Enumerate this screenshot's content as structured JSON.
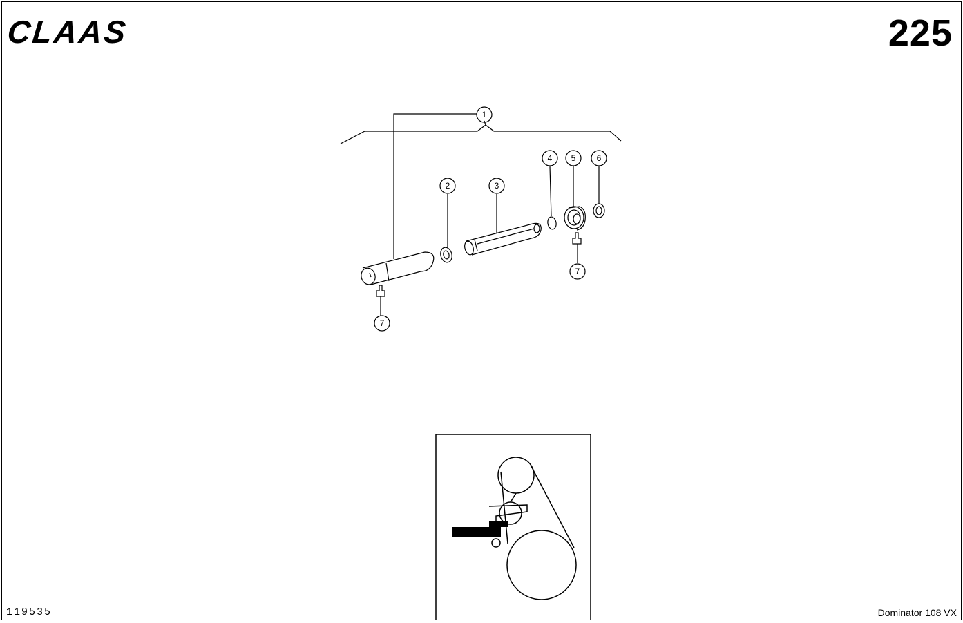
{
  "header": {
    "brand": "CLAAS",
    "page_number": "225"
  },
  "footer": {
    "doc_number": "119535",
    "model": "Dominator 108 VX"
  },
  "callouts": [
    "1",
    "2",
    "3",
    "4",
    "5",
    "6",
    "7",
    "7"
  ]
}
